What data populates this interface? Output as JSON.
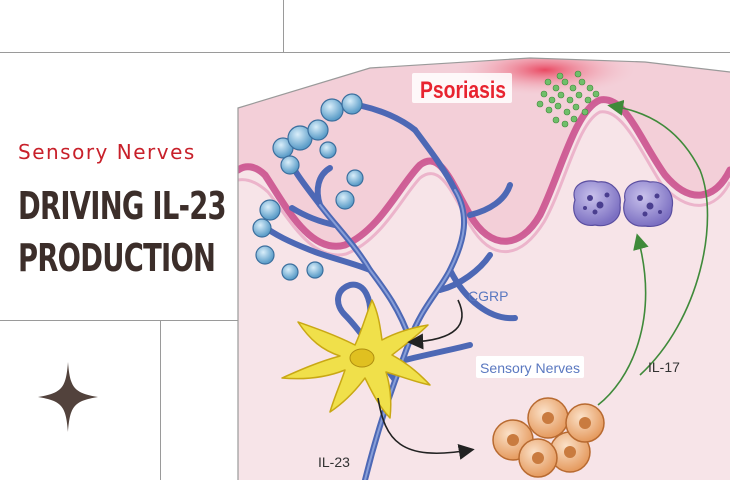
{
  "heading": {
    "subtitle": "Sensory Nerves",
    "title_line1": "DRIVING IL-23",
    "title_line2": "PRODUCTION"
  },
  "diagram": {
    "label_psoriasis": "Psoriasis",
    "label_cgrp": "CGRP",
    "label_sensory_nerves": "Sensory Nerves",
    "label_il17": "IL-17",
    "label_il23": "IL-23"
  },
  "colors": {
    "accent_red": "#c8202a",
    "title_brown": "#3c2e2a",
    "nerve_blue": "#5a78c0",
    "skin_pink": "#f6dde3",
    "arrow_green": "#3f8a3a"
  },
  "icons": {
    "decoration": "four-point-star-icon"
  }
}
